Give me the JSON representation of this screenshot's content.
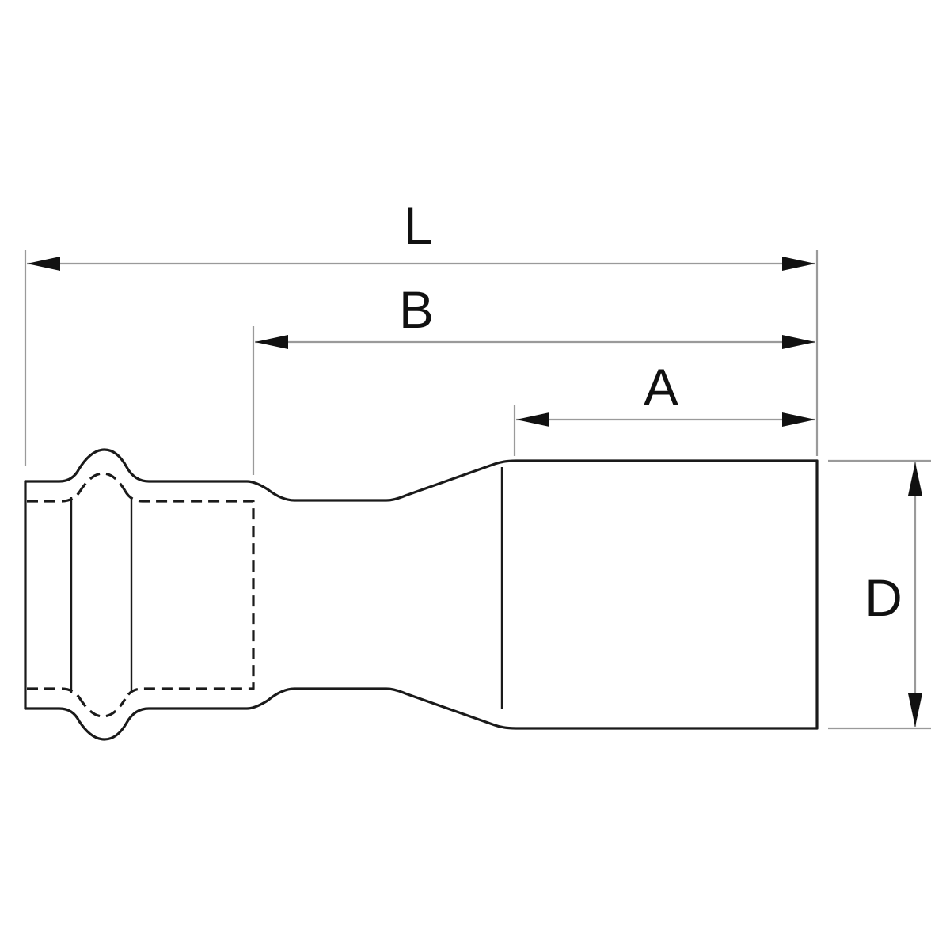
{
  "dimensions": {
    "L": {
      "label": "L"
    },
    "B": {
      "label": "B"
    },
    "A": {
      "label": "A"
    },
    "D": {
      "label": "D"
    }
  }
}
